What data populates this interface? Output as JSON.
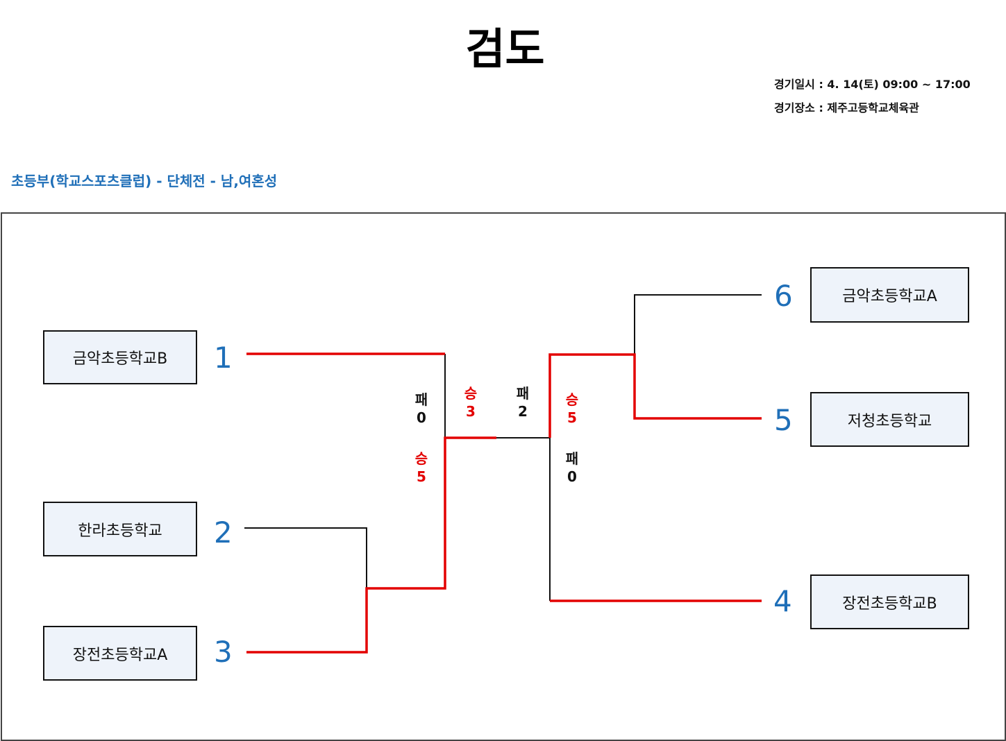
{
  "title": "검도",
  "info": {
    "date": "경기일시 : 4. 14(토) 09:00 ~ 17:00",
    "venue": "경기장소 : 제주고등학교체육관"
  },
  "subtitle": "초등부(학교스포츠클럽) - 단체전 - 남,여혼성",
  "teams": [
    {
      "seed": "1",
      "name": "금악초등학교B"
    },
    {
      "seed": "2",
      "name": "한라초등학교"
    },
    {
      "seed": "3",
      "name": "장전초등학교A"
    },
    {
      "seed": "6",
      "name": "금악초등학교A"
    },
    {
      "seed": "5",
      "name": "저청초등학교"
    },
    {
      "seed": "4",
      "name": "장전초등학교B"
    }
  ],
  "scores": {
    "left_semi_top": {
      "result": "패",
      "points": "0"
    },
    "left_semi_bottom": {
      "result": "승",
      "points": "5"
    },
    "final_left": {
      "result": "승",
      "points": "3"
    },
    "final_right": {
      "result": "패",
      "points": "2"
    },
    "right_semi_top": {
      "result": "승",
      "points": "5"
    },
    "right_semi_bottom": {
      "result": "패",
      "points": "0"
    }
  },
  "colors": {
    "win": "#e30000",
    "seed": "#1f6fb8",
    "box_fill": "#eef3fa"
  }
}
